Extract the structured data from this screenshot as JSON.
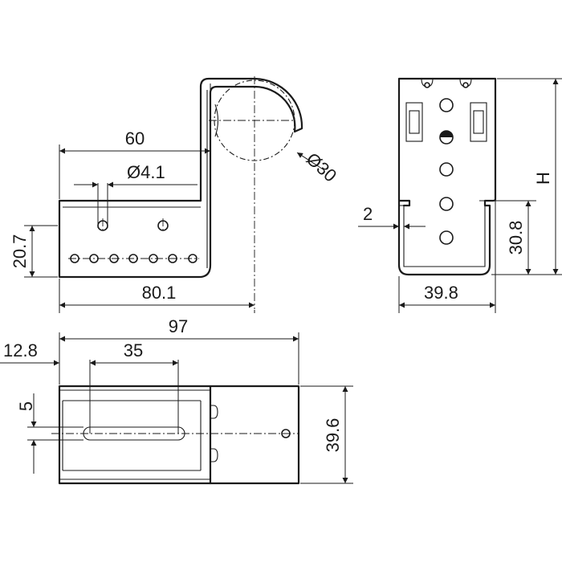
{
  "drawing": {
    "dimensions": {
      "width_60": "60",
      "hole_dia": "Ø4.1",
      "height_20_7": "20.7",
      "length_80_1": "80.1",
      "pipe_dia": "Ø30",
      "thickness": "2",
      "height_30_8": "30.8",
      "height_H": "H",
      "width_39_8": "39.8",
      "length_97": "97",
      "offset_12_8": "12.8",
      "slot_35": "35",
      "slot_width_5": "5",
      "width_39_6": "39.6"
    }
  }
}
